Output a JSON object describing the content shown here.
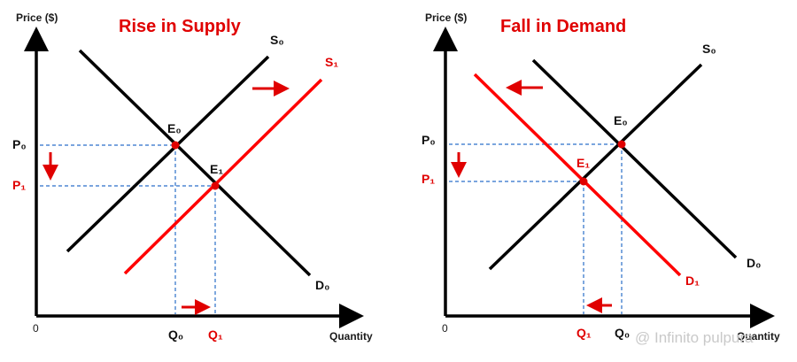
{
  "colors": {
    "curve": "#000000",
    "shifted_curve": "#ff0000",
    "guide": "#2a6fc9",
    "title": "#e00000"
  },
  "left_diagram": {
    "title": "Rise in Supply",
    "y_axis_label": "Price ($)",
    "x_axis_label": "Quantity",
    "origin_label": "0",
    "supply_original": "S₀",
    "supply_shifted": "S₁",
    "demand": "D₀",
    "equilibrium_original": "E₀",
    "equilibrium_new": "E₁",
    "price_original": "P₀",
    "price_new": "P₁",
    "quantity_original": "Q₀",
    "quantity_new": "Q₁"
  },
  "right_diagram": {
    "title": "Fall in Demand",
    "y_axis_label": "Price ($)",
    "x_axis_label": "Quantity",
    "origin_label": "0",
    "supply": "S₀",
    "demand_original": "D₀",
    "demand_shifted": "D₁",
    "equilibrium_original": "E₀",
    "equilibrium_new": "E₁",
    "price_original": "P₀",
    "price_new": "P₁",
    "quantity_original": "Q₀",
    "quantity_new": "Q₁"
  },
  "watermark": "@ Infinito pulpura"
}
